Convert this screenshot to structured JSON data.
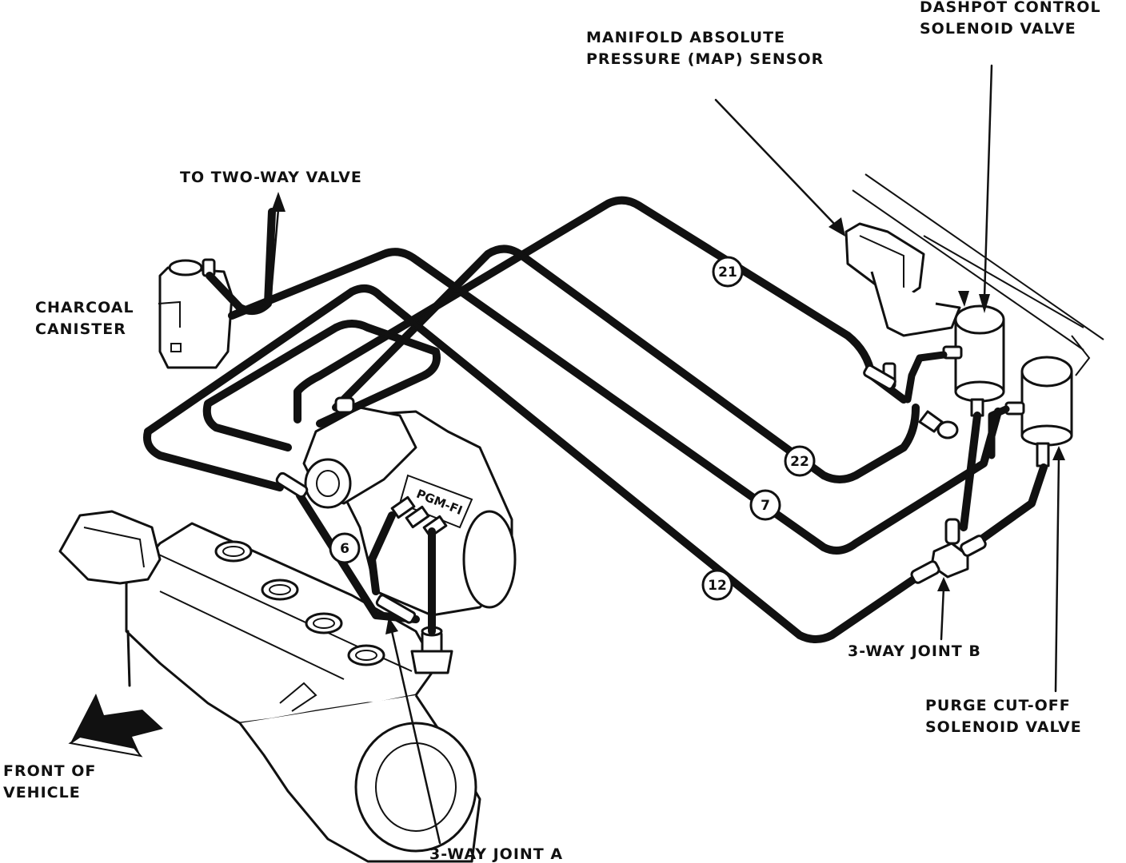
{
  "labels": {
    "dashpot_line1": "DASHPOT CONTROL",
    "dashpot_line2": "SOLENOID VALVE",
    "map_line1": "MANIFOLD ABSOLUTE",
    "map_line2": "PRESSURE (MAP) SENSOR",
    "two_way": "TO TWO-WAY VALVE",
    "canister_line1": "CHARCOAL",
    "canister_line2": "CANISTER",
    "joint_b": "3-WAY JOINT B",
    "purge_line1": "PURGE CUT-OFF",
    "purge_line2": "SOLENOID VALVE",
    "front_line1": "FRONT OF",
    "front_line2": "VEHICLE",
    "joint_a": "3-WAY JOINT A"
  },
  "hoses": [
    "21",
    "22",
    "7",
    "12",
    "6"
  ],
  "throttle_body_marking": "PGM-FI",
  "colors": {
    "ink": "#111111",
    "paper": "#ffffff"
  }
}
